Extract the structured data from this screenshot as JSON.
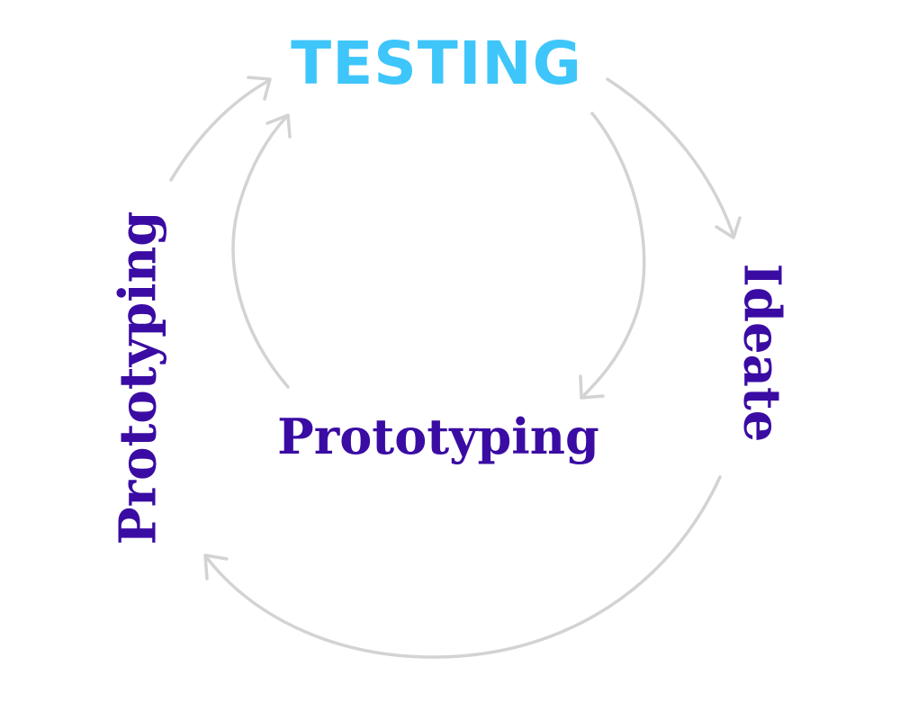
{
  "diagram": {
    "nodes": {
      "testing": "TESTING",
      "ideate": "Ideate",
      "prototyping_outer": "Prototyping",
      "prototyping_inner": "Prototyping"
    },
    "edges": [
      {
        "from": "testing",
        "to": "ideate"
      },
      {
        "from": "ideate",
        "to": "prototyping_outer"
      },
      {
        "from": "prototyping_outer",
        "to": "testing"
      },
      {
        "from": "testing",
        "to": "prototyping_inner"
      },
      {
        "from": "prototyping_inner",
        "to": "testing"
      }
    ]
  },
  "colors": {
    "testing": "#3ec6fb",
    "labels": "#3a0ca3",
    "arrows": "#d3d3d3",
    "background": "#ffffff"
  }
}
